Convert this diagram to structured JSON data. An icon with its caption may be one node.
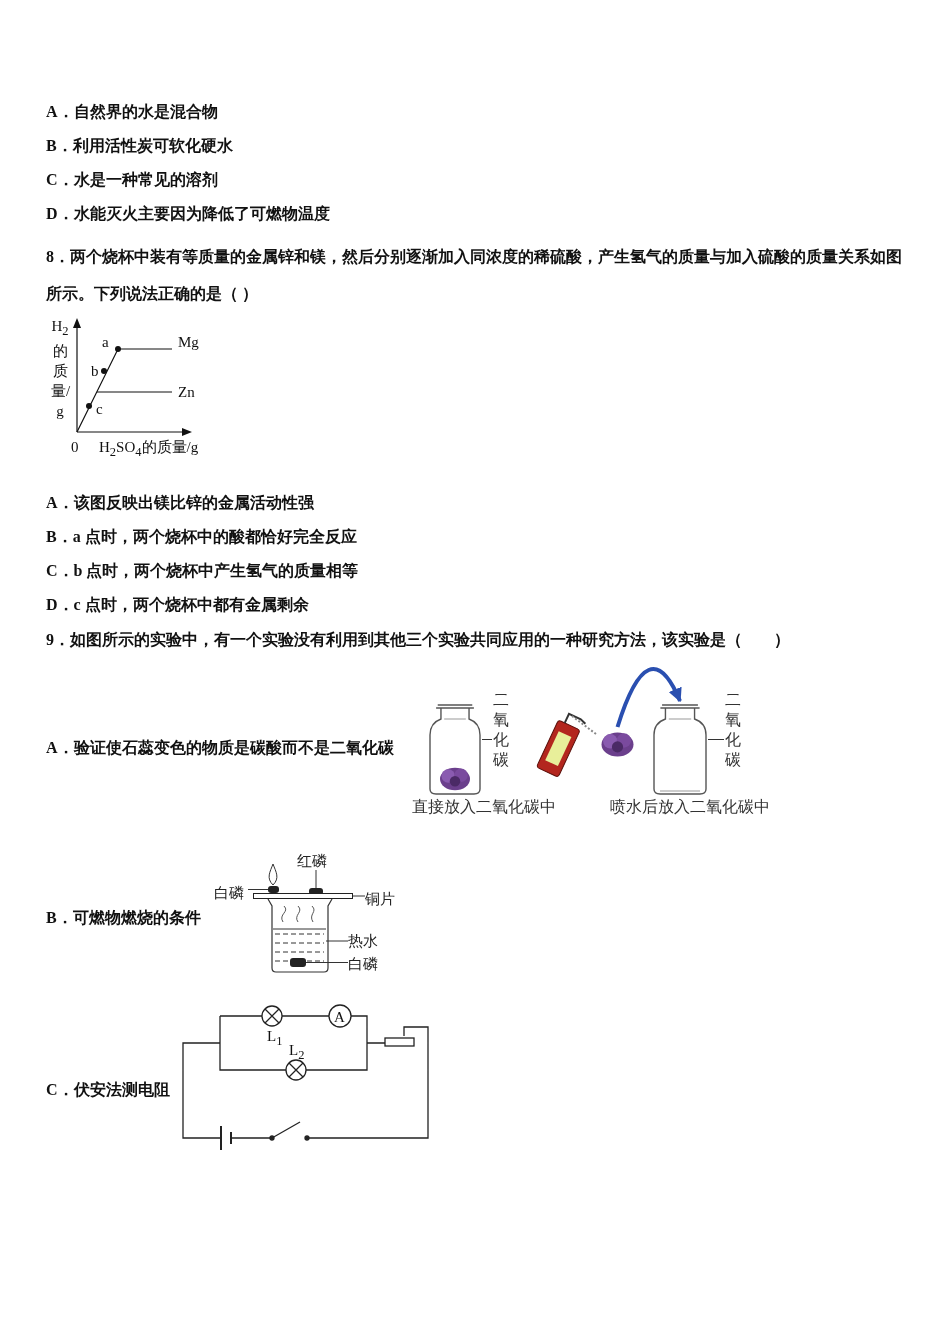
{
  "diagram": {
    "nodes": [
      {
        "text": [],
        "shape": "picture",
        "beside": [
          "直接放入二氧化碳中"
        ]
      },
      {
        "text": [
          "二氧化碳"
        ]
      },
      {
        "text": [],
        "shape": "picture"
      },
      {
        "text": [],
        "shape": "picture",
        "beside": [
          "喷水后放入二氧化碳中"
        ]
      },
      {
        "text": [
          "二氧化碳"
        ]
      },
      {
        "text": [
          "红磷"
        ]
      },
      {
        "text": [],
        "shape": "box"
      },
      {
        "text": [
          "白磷"
        ]
      },
      {
        "text": [],
        "shape": "box"
      },
      {
        "text": [
          "铜片"
        ]
      },
      {
        "text": [],
        "shape": "bar"
      },
      {
        "text": [
          "热水"
        ]
      },
      {
        "text": [],
        "shape": "picture"
      },
      {
        "text": [
          "白磷"
        ]
      },
      {
        "text": [],
        "shape": "box"
      }
    ],
    "edges": [
      {
        "from": 1,
        "to": 0,
        "arrow": "none"
      },
      {
        "from": 2,
        "to": 3,
        "arrow": "to",
        "style": "thick",
        "color": "#2a4fb0"
      },
      {
        "from": 4,
        "to": 3,
        "arrow": "none"
      },
      {
        "from": 5,
        "to": 6,
        "arrow": "none"
      },
      {
        "from": 7,
        "to": 8,
        "arrow": "none"
      },
      {
        "from": 9,
        "to": 10,
        "arrow": "none"
      },
      {
        "from": 11,
        "to": 12,
        "arrow": "none"
      },
      {
        "from": 13,
        "to": 14,
        "arrow": "none"
      }
    ],
    "labels": [
      "A．自然界的水是混合物",
      "B．利用活性炭可软化硬水",
      "C．水是一种常见的溶剂",
      "D．水能灭火主要因为降低了可燃物温度",
      "8．两个烧杯中装有等质量的金属锌和镁，然后分别逐渐加入同浓度的稀硫酸，产生氢气的质量与加入硫酸的质量关系如图所示。下列说法正确的是（ ）",
      "H$_{2}$的质量/g",
      "a",
      "b",
      "c",
      "Mg",
      "Zn",
      "0",
      "H$_{2}$SO$_{4}$的质量/g",
      "A．该图反映出镁比锌的金属活动性强",
      "B．a 点时，两个烧杯中的酸都恰好完全反应",
      "C．b 点时，两个烧杯中产生氢气的质量相等",
      "D．c 点时，两个烧杯中都有金属剩余",
      "9．如图所示的实验中，有一个实验没有利用到其他三个实验共同应用的一种研究方法，该实验是（　　）",
      "A．验证使石蕊变色的物质是碳酸而不是二氧化碳",
      "B．可燃物燃烧的条件",
      "L$_{1}$",
      "A",
      "L$_{2}$",
      "C．伏安法测电阻"
    ]
  }
}
